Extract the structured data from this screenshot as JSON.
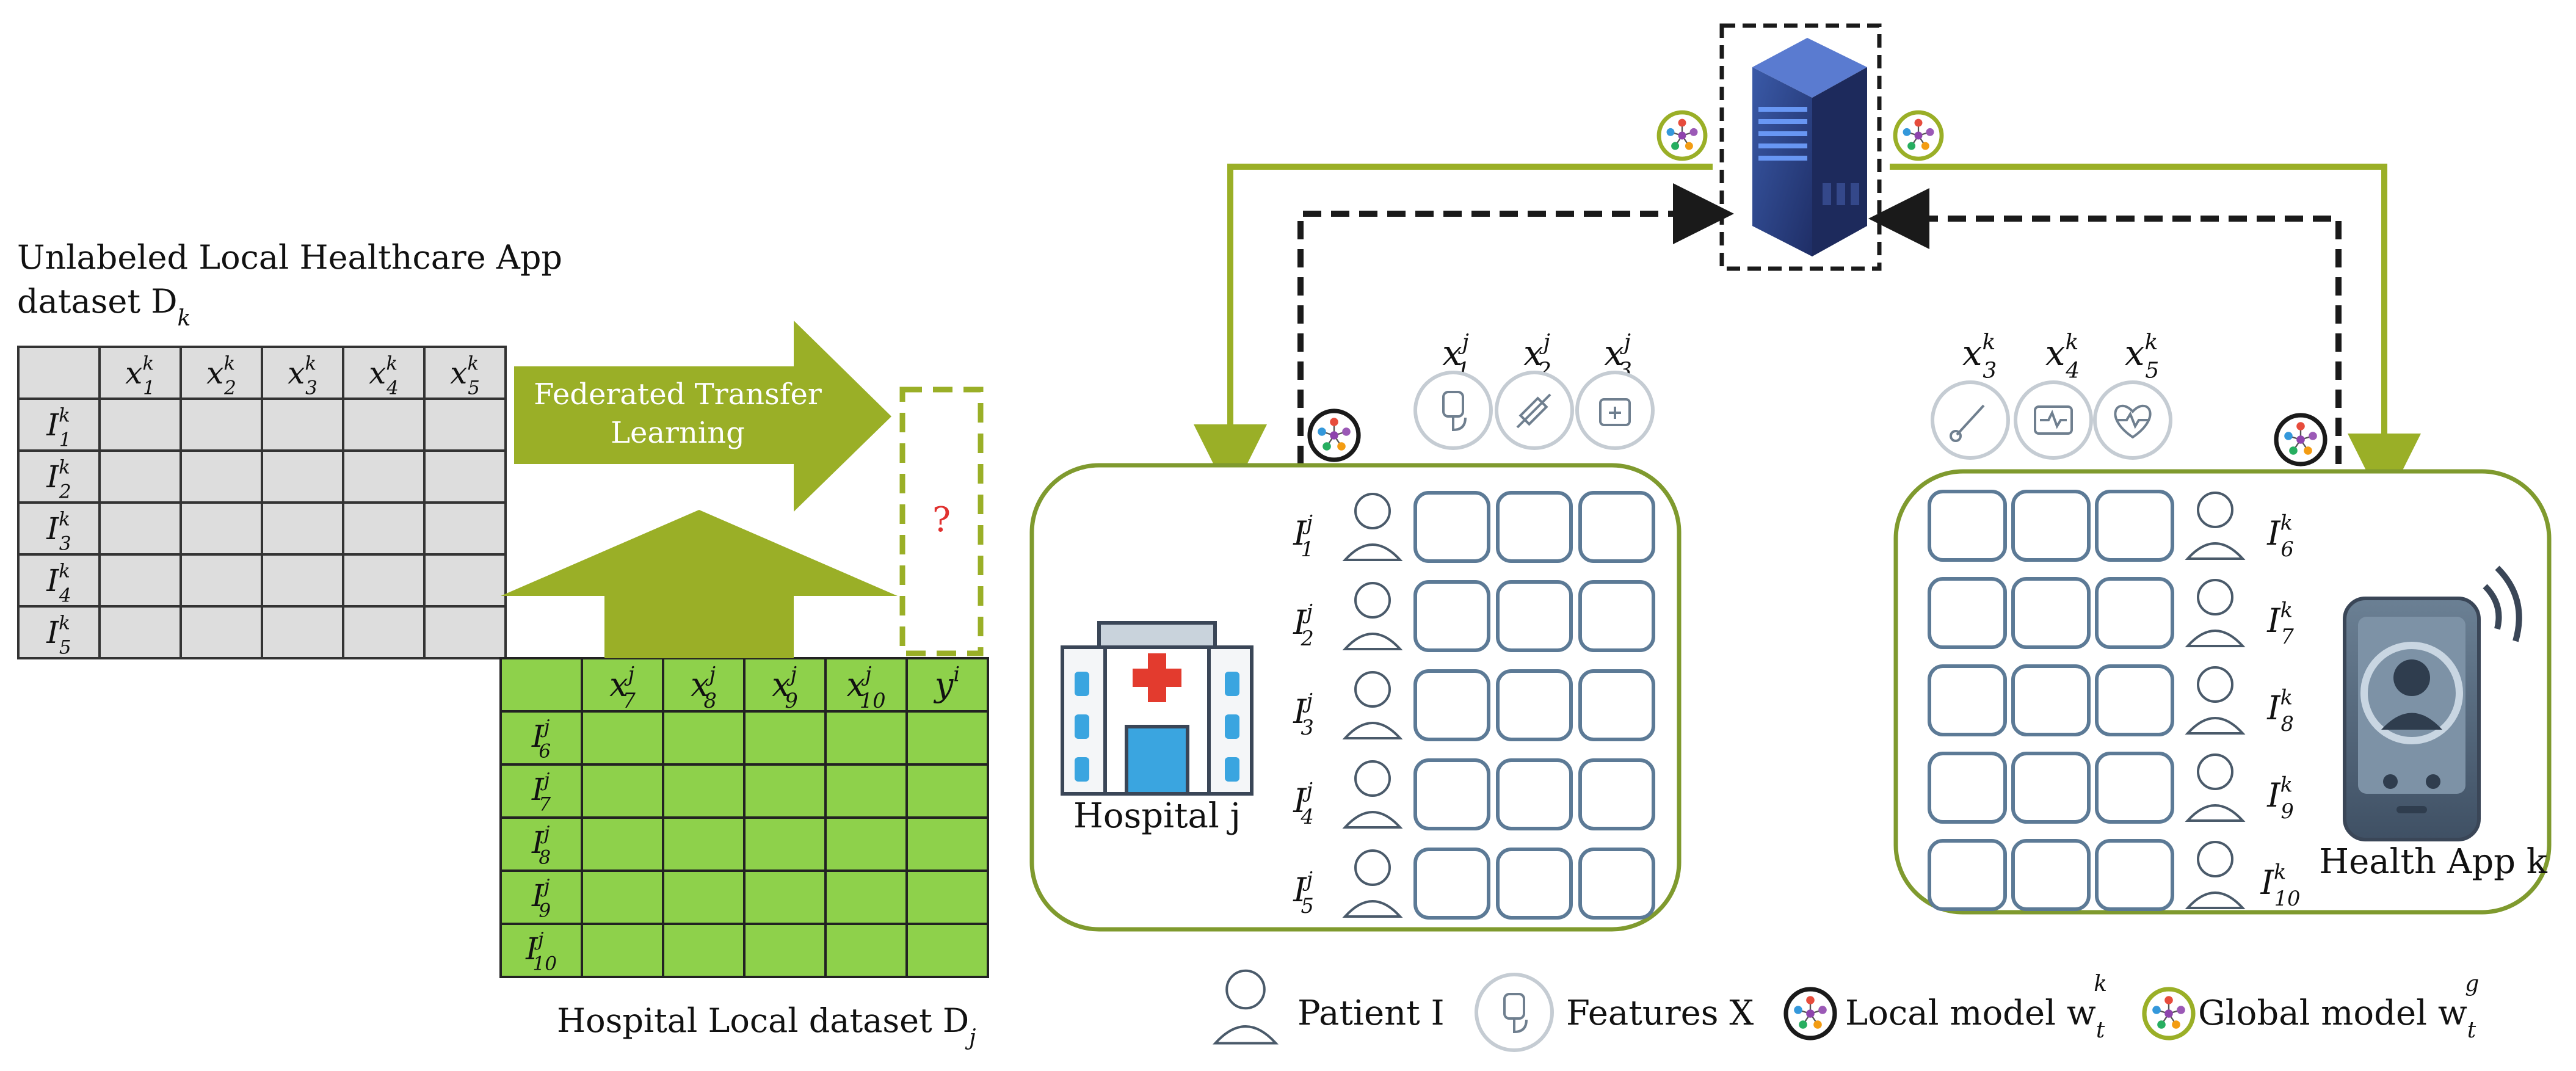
{
  "colors": {
    "olive": "#9aaf27",
    "olive_dark": "#6f8424",
    "green_table": "#8ed14b",
    "gray_table": "#dddddd",
    "box_stroke": "#5c7a96",
    "server_blue": "#2b3e7a",
    "question_red": "#e0312f",
    "dashed": "#1a1a1a"
  },
  "unlabeled_table": {
    "caption_line1": "Unlabeled Local Healthcare App",
    "caption_line2": "dataset D",
    "caption_sub": "k",
    "columns": [
      {
        "base": "x",
        "sub": "1",
        "sup": "k"
      },
      {
        "base": "x",
        "sub": "2",
        "sup": "k"
      },
      {
        "base": "x",
        "sub": "3",
        "sup": "k"
      },
      {
        "base": "x",
        "sub": "4",
        "sup": "k"
      },
      {
        "base": "x",
        "sub": "5",
        "sup": "k"
      }
    ],
    "rows": [
      {
        "base": "I",
        "sub": "1",
        "sup": "k"
      },
      {
        "base": "I",
        "sub": "2",
        "sup": "k"
      },
      {
        "base": "I",
        "sub": "3",
        "sup": "k"
      },
      {
        "base": "I",
        "sub": "4",
        "sup": "k"
      },
      {
        "base": "I",
        "sub": "5",
        "sup": "k"
      }
    ]
  },
  "hospital_table": {
    "caption": "Hospital Local dataset D",
    "caption_sub": "j",
    "columns": [
      {
        "base": "x",
        "sub": "7",
        "sup": "j"
      },
      {
        "base": "x",
        "sub": "8",
        "sup": "j"
      },
      {
        "base": "x",
        "sub": "9",
        "sup": "j"
      },
      {
        "base": "x",
        "sub": "10",
        "sup": "j"
      },
      {
        "base": "y",
        "sub": "",
        "sup": "i"
      }
    ],
    "rows": [
      {
        "base": "I",
        "sub": "6",
        "sup": "j"
      },
      {
        "base": "I",
        "sub": "7",
        "sup": "j"
      },
      {
        "base": "I",
        "sub": "8",
        "sup": "j"
      },
      {
        "base": "I",
        "sub": "9",
        "sup": "j"
      },
      {
        "base": "I",
        "sub": "10",
        "sup": "j"
      }
    ]
  },
  "ftl_arrow": {
    "line1": "Federated Transfer",
    "line2": "Learning"
  },
  "question_mark": "?",
  "hospital_panel": {
    "label": "Hospital j",
    "features": [
      {
        "base": "x",
        "sub": "1",
        "sup": "j"
      },
      {
        "base": "x",
        "sub": "2",
        "sup": "j"
      },
      {
        "base": "x",
        "sub": "3",
        "sup": "j"
      }
    ],
    "patients": [
      {
        "base": "I",
        "sub": "1",
        "sup": "j"
      },
      {
        "base": "I",
        "sub": "2",
        "sup": "j"
      },
      {
        "base": "I",
        "sub": "3",
        "sup": "j"
      },
      {
        "base": "I",
        "sub": "4",
        "sup": "j"
      },
      {
        "base": "I",
        "sub": "5",
        "sup": "j"
      }
    ]
  },
  "app_panel": {
    "label": "Health App k",
    "features": [
      {
        "base": "x",
        "sub": "3",
        "sup": "k"
      },
      {
        "base": "x",
        "sub": "4",
        "sup": "k"
      },
      {
        "base": "x",
        "sub": "5",
        "sup": "k"
      }
    ],
    "patients": [
      {
        "base": "I",
        "sub": "6",
        "sup": "k"
      },
      {
        "base": "I",
        "sub": "7",
        "sup": "k"
      },
      {
        "base": "I",
        "sub": "8",
        "sup": "k"
      },
      {
        "base": "I",
        "sub": "9",
        "sup": "k"
      },
      {
        "base": "I",
        "sub": "10",
        "sup": "k"
      }
    ]
  },
  "legend": {
    "patient": "Patient I",
    "features": "Features X",
    "local_model": "Local model w",
    "local_model_sub": "t",
    "local_model_sup": "k",
    "global_model": "Global model w",
    "global_model_sub": "t",
    "global_model_sup": "g"
  },
  "icons": {
    "server": "server-icon",
    "hospital": "hospital-building-icon",
    "phone": "smartphone-icon",
    "patient": "patient-avatar-icon",
    "iv_bag": "iv-bag-icon",
    "syringe": "syringe-icon",
    "medicine": "medicine-box-icon",
    "thermometer": "thermometer-icon",
    "monitor": "heart-monitor-icon",
    "heart": "heartbeat-icon",
    "local_model": "local-model-network-icon",
    "global_model": "global-model-network-icon"
  }
}
